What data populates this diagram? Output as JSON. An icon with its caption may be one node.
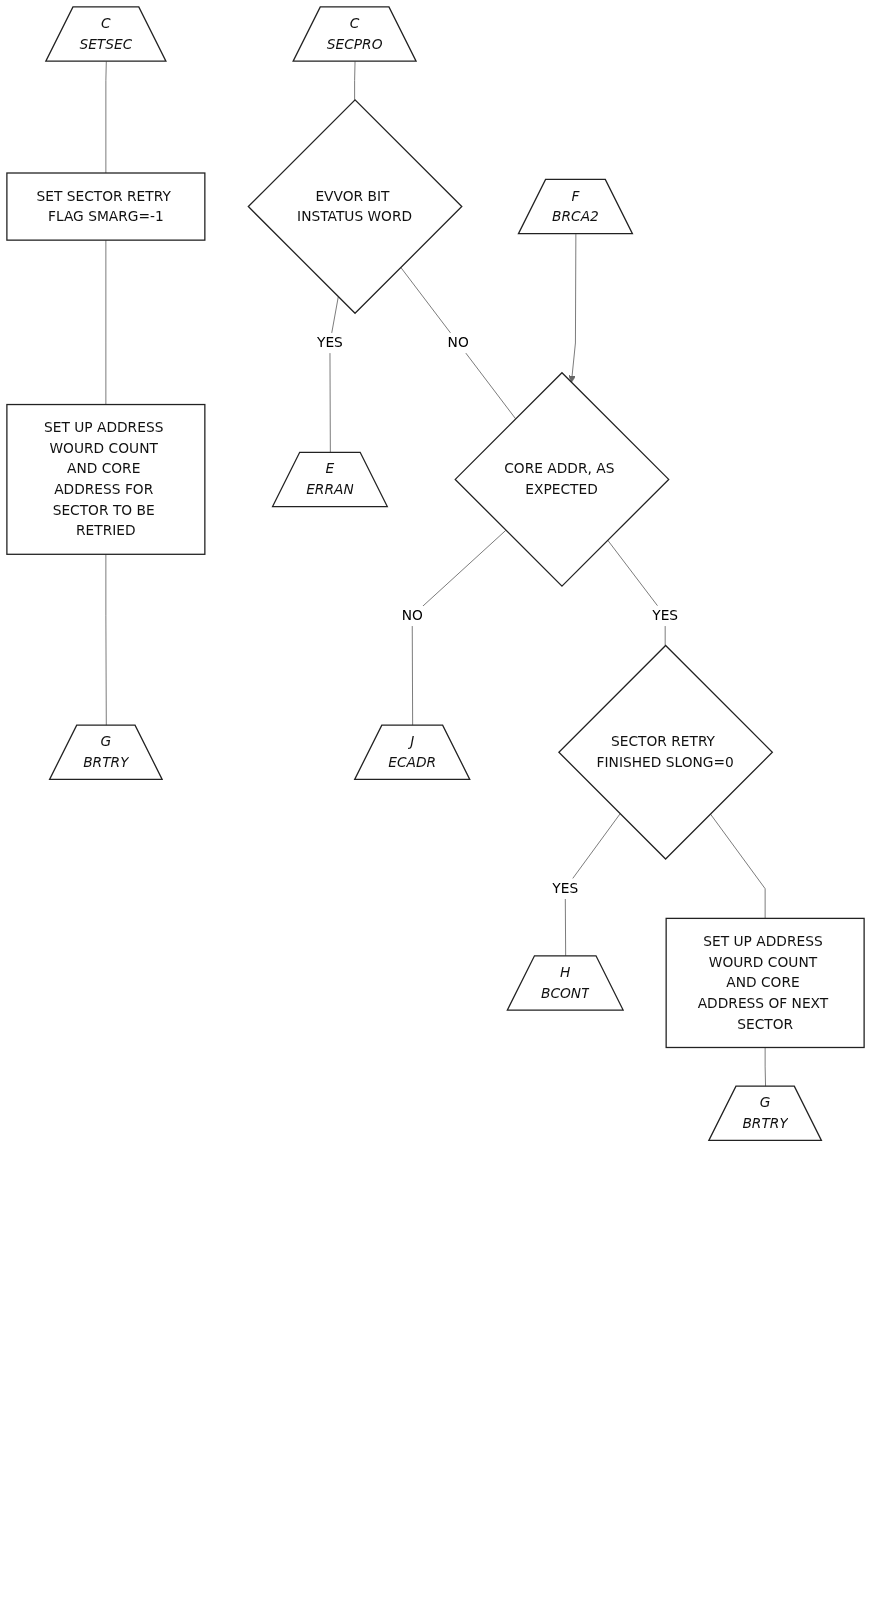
{
  "diagram": {
    "nodes": [
      {
        "text": [
          "C",
          "SETSEC"
        ]
      },
      {
        "text": [
          "SET SECTOR RETRY FLAG SMARG=-1"
        ]
      },
      {
        "text": [
          "SET UP ADDRESS WOURD COUNT AND CORE ADDRESS FOR SECTOR TO BE RETRIED"
        ]
      },
      {
        "text": [
          "G",
          "BRTRY"
        ]
      },
      {
        "text": [
          "C",
          "SECPRO"
        ]
      },
      {
        "text": [
          "F",
          "BRCA2"
        ]
      },
      {
        "text": [
          "EVVOR BIT INSTATUS WORD"
        ]
      },
      {
        "text": [
          "E",
          "ERRAN"
        ]
      },
      {
        "text": [
          "CORE ADDR, AS EXPECTED"
        ]
      },
      {
        "text": [
          "J",
          "ECADR"
        ]
      },
      {
        "text": [
          "SECTOR RETRY FINISHED SLONG=0"
        ]
      },
      {
        "text": [
          "H",
          "BCONT"
        ]
      },
      {
        "text": [
          "SET UP ADDRESS WOURD COUNT AND CORE ADDRESS OF NEXT SECTOR"
        ]
      },
      {
        "text": [
          "G",
          "BRTRY"
        ]
      }
    ],
    "edges": [
      {
        "from": 0,
        "to": 1,
        "arrow": "none"
      },
      {
        "from": 1,
        "to": 2,
        "arrow": "none"
      },
      {
        "from": 2,
        "to": 3,
        "arrow": "none"
      },
      {
        "from": 4,
        "to": 6,
        "arrow": "none"
      },
      {
        "from": 6,
        "to": 8,
        "label": "NO",
        "arrow": "none"
      },
      {
        "from": 5,
        "to": 8,
        "arrow": "to"
      },
      {
        "from": 6,
        "to": 7,
        "label": "YES",
        "arrow": "none"
      },
      {
        "from": 8,
        "to": 9,
        "label": "NO",
        "arrow": "none"
      },
      {
        "from": 8,
        "to": 10,
        "label": "YES",
        "arrow": "none"
      },
      {
        "from": 10,
        "to": 11,
        "label": "YES",
        "arrow": "none"
      },
      {
        "from": 10,
        "to": 12,
        "arrow": "none"
      },
      {
        "from": 12,
        "to": 13,
        "arrow": "none"
      }
    ]
  }
}
